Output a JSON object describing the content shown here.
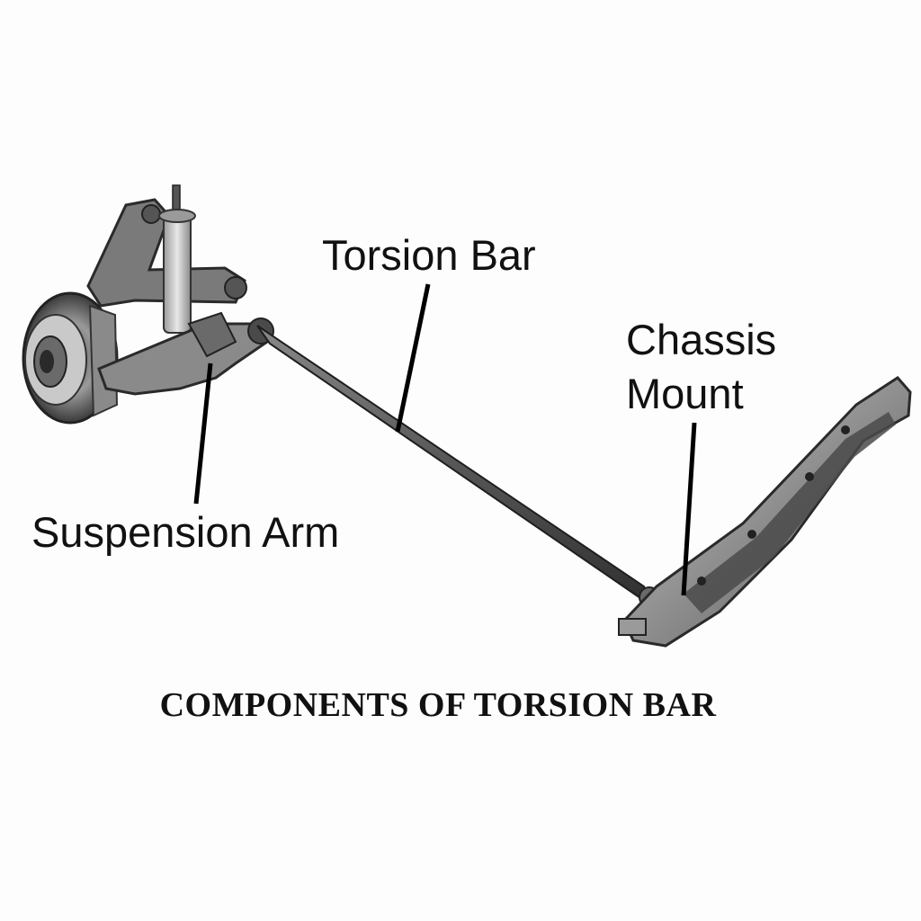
{
  "labels": {
    "torsion_bar": "Torsion Bar",
    "chassis_mount_line1": "Chassis",
    "chassis_mount_line2": "Mount",
    "suspension_arm": "Suspension Arm"
  },
  "caption": "COMPONENTS OF TORSION BAR",
  "colors": {
    "background": "#fdfdfd",
    "metal_dark": "#3a3a3a",
    "metal_mid": "#7a7a7a",
    "metal_light": "#bdbdbd",
    "text": "#111111"
  }
}
